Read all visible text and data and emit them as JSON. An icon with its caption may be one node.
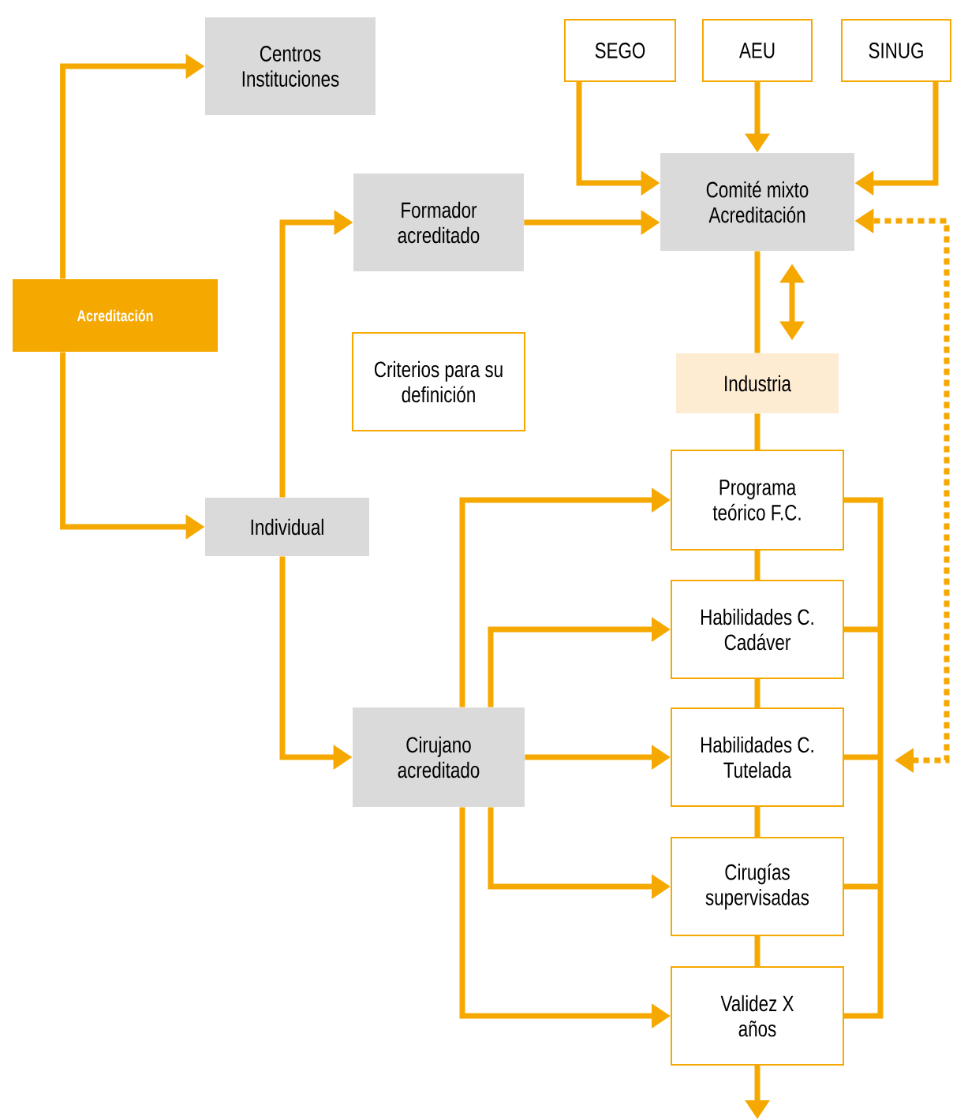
{
  "diagram": {
    "nodes": [
      {
        "text": [
          "Acreditación"
        ]
      },
      {
        "text": [
          "Centros Instituciones"
        ]
      },
      {
        "text": [
          "Formador acreditado"
        ]
      },
      {
        "text": [
          "Individual"
        ]
      },
      {
        "text": [
          "Criterios para su definición"
        ]
      },
      {
        "text": [
          "SEGO"
        ]
      },
      {
        "text": [
          "AEU"
        ]
      },
      {
        "text": [
          "SINUG"
        ]
      },
      {
        "text": [
          "Comité mixto Acreditación"
        ]
      },
      {
        "text": [
          "Industria"
        ]
      },
      {
        "text": [
          "Programa teórico F.C."
        ]
      },
      {
        "text": [
          "Habilidades C. Cadáver"
        ]
      },
      {
        "text": [
          "Habilidades C. Tutelada"
        ]
      },
      {
        "text": [
          "Cirugías supervisadas"
        ]
      },
      {
        "text": [
          "Validez X años"
        ]
      },
      {
        "text": [
          "Cirujano acreditado"
        ]
      }
    ],
    "edges": [
      {
        "from": 0,
        "to": 1,
        "arrow": "to"
      },
      {
        "from": 0,
        "to": 3,
        "arrow": "to"
      },
      {
        "from": 3,
        "to": 2,
        "arrow": "to"
      },
      {
        "from": 3,
        "to": 15,
        "arrow": "to"
      },
      {
        "from": 2,
        "to": 8,
        "arrow": "to"
      },
      {
        "from": 5,
        "to": 8,
        "arrow": "to"
      },
      {
        "from": 6,
        "to": 8,
        "arrow": "to"
      },
      {
        "from": 7,
        "to": 8,
        "arrow": "to"
      },
      {
        "from": 8,
        "to": 9,
        "arrow": "none"
      },
      {
        "from": 8,
        "to": 9,
        "arrow": "both"
      },
      {
        "from": 9,
        "to": 10,
        "arrow": "none"
      },
      {
        "from": 10,
        "to": 11,
        "arrow": "none"
      },
      {
        "from": 11,
        "to": 12,
        "arrow": "none"
      },
      {
        "from": 12,
        "to": 13,
        "arrow": "none"
      },
      {
        "from": 13,
        "to": 14,
        "arrow": "none"
      },
      {
        "from": 14,
        "to": null,
        "arrow": "to"
      },
      {
        "from": 15,
        "to": 10,
        "arrow": "to"
      },
      {
        "from": 15,
        "to": 11,
        "arrow": "to"
      },
      {
        "from": 15,
        "to": 12,
        "arrow": "to"
      },
      {
        "from": 15,
        "to": 13,
        "arrow": "to"
      },
      {
        "from": 15,
        "to": 14,
        "arrow": "to"
      },
      {
        "from": null,
        "to": 8,
        "arrow": "both",
        "style": "dashed"
      }
    ]
  }
}
